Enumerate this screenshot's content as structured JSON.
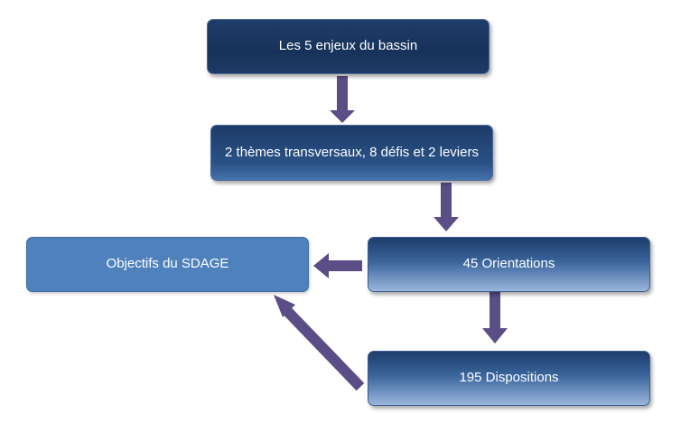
{
  "nodes": {
    "enjeux": "Les 5 enjeux du bassin",
    "themes": "2 thèmes transversaux, 8 défis et 2 leviers",
    "objectifs": "Objectifs du SDAGE",
    "orientations": "45 Orientations",
    "dispositions": "195 Dispositions"
  },
  "colors": {
    "arrow": "#5b4d86",
    "box_dark": "#1a355f",
    "box_light": "#4f81bd"
  }
}
